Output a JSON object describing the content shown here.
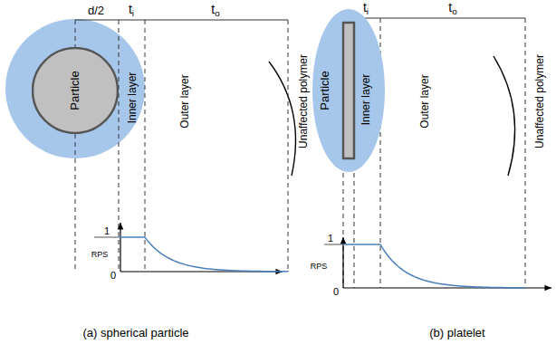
{
  "diagram": {
    "nodes": [
      {
        "text": [
          "Particle"
        ]
      },
      {
        "text": [
          "Particle"
        ]
      }
    ],
    "labels": [
      "d/2",
      "ti",
      "to",
      "Inner layer",
      "Outer layer",
      "Unaffected polymer",
      "1",
      "RPS",
      "0",
      "(a) spherical particle",
      "ti",
      "to",
      "Inner layer",
      "Outer layer",
      "Unaffected polymer",
      "1",
      "RPS",
      "0",
      "(b) platelet"
    ]
  }
}
